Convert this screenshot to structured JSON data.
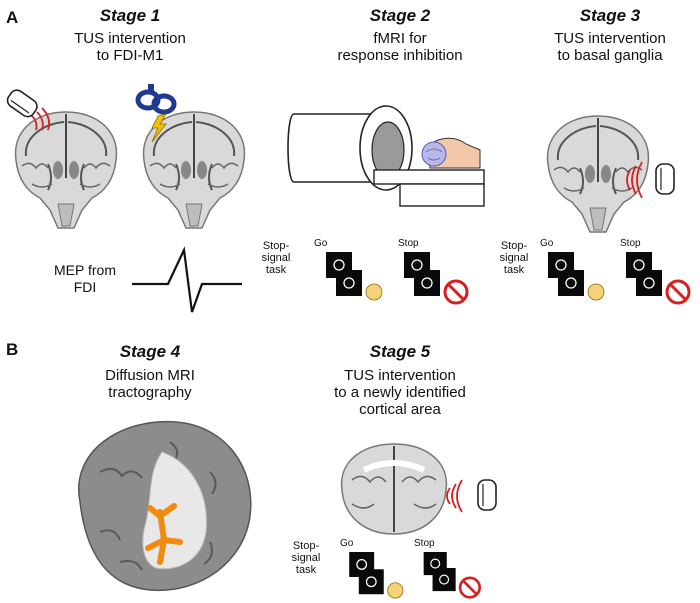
{
  "panels": [
    {
      "letter": "A"
    },
    {
      "letter": "B"
    }
  ],
  "stages": [
    {
      "title": "Stage 1",
      "lines": [
        "TUS intervention",
        "to FDI-M1"
      ]
    },
    {
      "title": "Stage 2",
      "lines": [
        "fMRI for",
        "response inhibition"
      ]
    },
    {
      "title": "Stage 3",
      "lines": [
        "TUS intervention",
        "to basal ganglia"
      ]
    },
    {
      "title": "Stage 4",
      "lines": [
        "Diffusion MRI",
        "tractography"
      ]
    },
    {
      "title": "Stage 5",
      "lines": [
        "TUS intervention",
        "to a newly identified",
        "cortical area"
      ]
    }
  ],
  "mep": {
    "lines": [
      "MEP from",
      "FDI"
    ]
  },
  "task": {
    "lines": [
      "Stop-",
      "signal",
      "task"
    ],
    "go": "Go",
    "stop": "Stop"
  },
  "colors": {
    "wave": "#d42020",
    "coil": "#1f3a8f",
    "bolt": "#f2c200",
    "tract": "#f08a10",
    "nogo": "#d42020"
  }
}
